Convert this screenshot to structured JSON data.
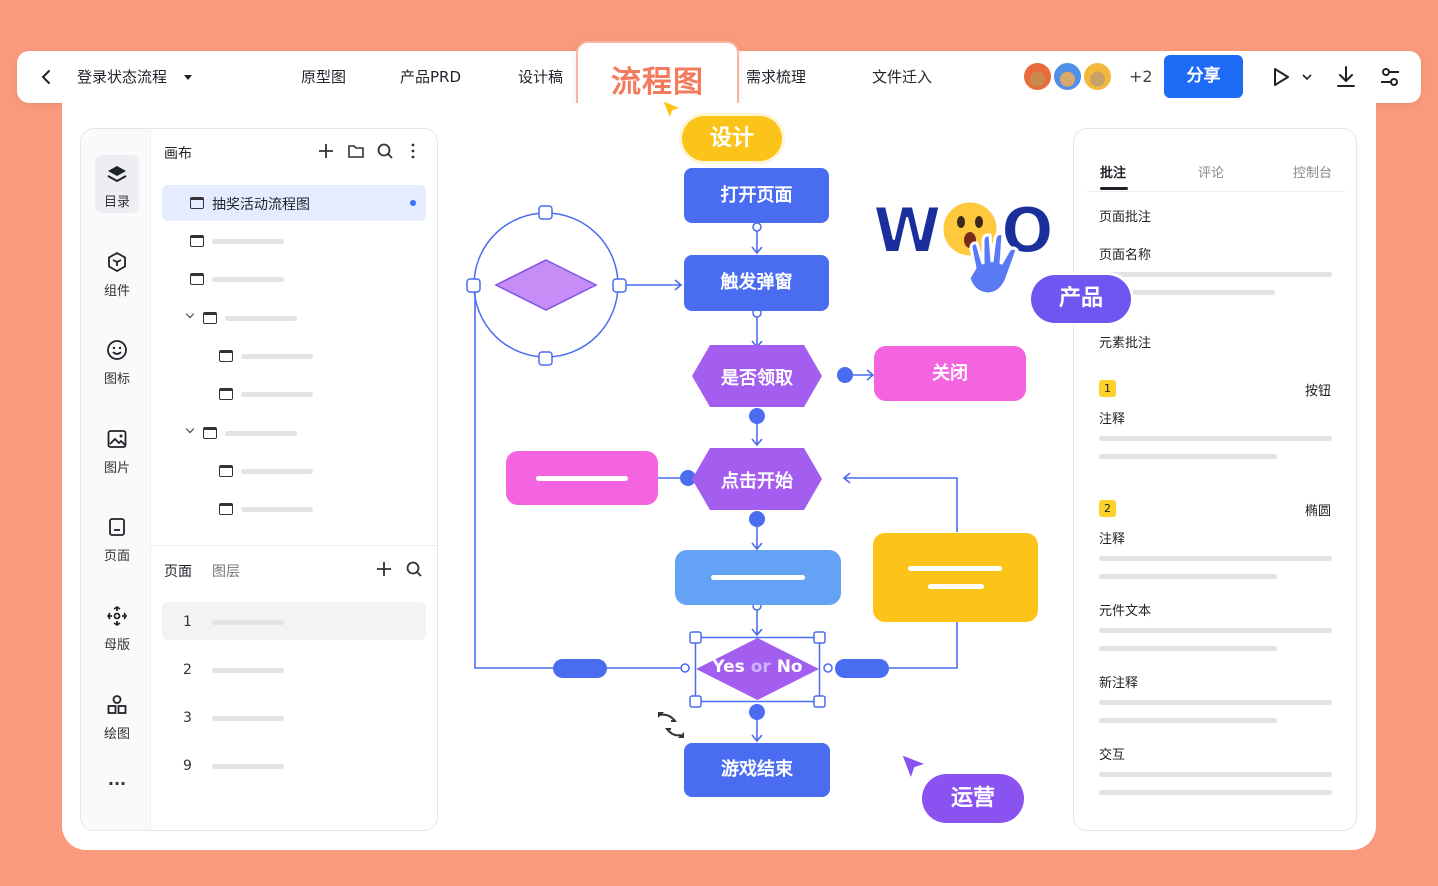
{
  "toolbar": {
    "title": "登录状态流程",
    "tabs": [
      "原型图",
      "产品PRD",
      "设计稿",
      "需求梳理",
      "文件迁入"
    ],
    "active_tab": "流程图",
    "avatar_extra": "+2",
    "share": "分享",
    "icons": [
      "back-icon",
      "caret-down-icon",
      "play-icon",
      "chevron-down-icon",
      "download-icon",
      "settings-sliders-icon"
    ]
  },
  "rail": {
    "items": [
      {
        "label": "目录",
        "icon": "layers-icon"
      },
      {
        "label": "组件",
        "icon": "component-icon"
      },
      {
        "label": "图标",
        "icon": "smile-icon"
      },
      {
        "label": "图片",
        "icon": "image-icon"
      },
      {
        "label": "页面",
        "icon": "page-icon"
      },
      {
        "label": "母版",
        "icon": "master-icon"
      },
      {
        "label": "绘图",
        "icon": "shapes-icon"
      },
      {
        "label": "···",
        "icon": "more-icon"
      }
    ]
  },
  "canvas_panel": {
    "title": "画布",
    "selected_item": "抽奖活动流程图"
  },
  "pages_panel": {
    "tab_pages": "页面",
    "tab_layers": "图层",
    "pages": [
      "1",
      "2",
      "3",
      "9"
    ]
  },
  "right_panel": {
    "tabs": [
      "批注",
      "评论",
      "控制台"
    ],
    "page_annotation": "页面批注",
    "page_name": "页面名称",
    "element_annotation": "元素批注",
    "items": [
      {
        "badge": "1",
        "type": "按钮",
        "label": "注释"
      },
      {
        "badge": "2",
        "type": "椭圆",
        "label": "注释"
      }
    ],
    "component_text": "元件文本",
    "new_annotation": "新注释",
    "interaction": "交互"
  },
  "flow": {
    "open_page": "打开页面",
    "trigger_popup": "触发弹窗",
    "receive_q": "是否领取",
    "close": "关闭",
    "click_start": "点击开始",
    "yes": "Yes",
    "or": "or",
    "no": "No",
    "game_over": "游戏结束"
  },
  "stickers": {
    "design": "设计",
    "product": "产品",
    "operation": "运营",
    "woo_w": "W",
    "woo_o": "O"
  },
  "colors": {
    "bg": "#fa9a7c",
    "blue": "#4a6cf0",
    "purple": "#a35ef0",
    "pink": "#f463e0",
    "yellow": "#fcc419",
    "light_blue": "#63a2f5",
    "share": "#1e6bf5"
  }
}
